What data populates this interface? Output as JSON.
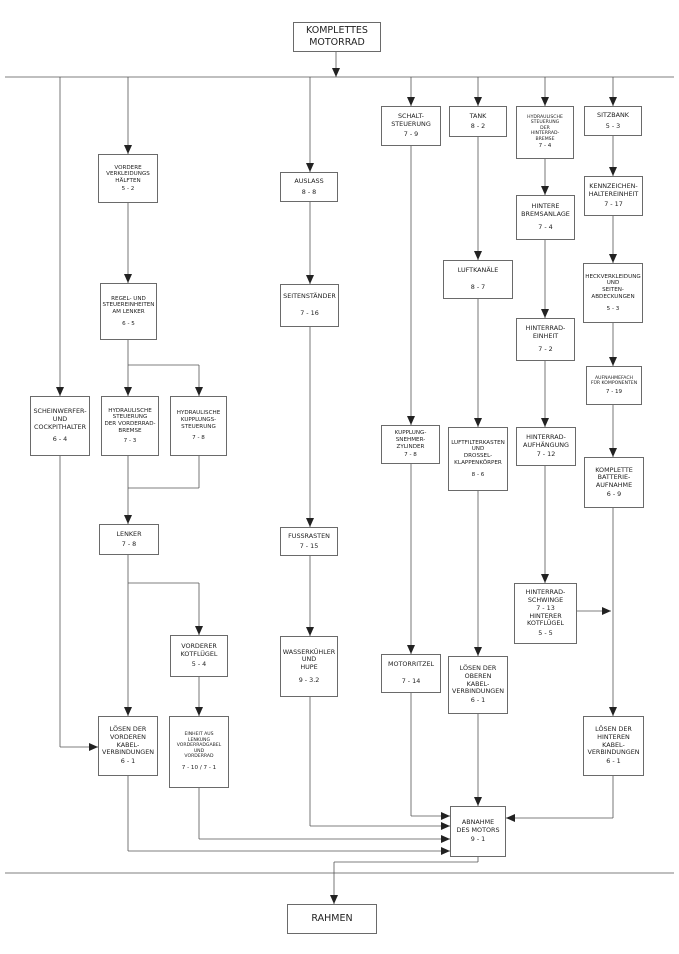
{
  "diagram": {
    "nodes": {
      "komplettes_motorrad": {
        "lines": [
          "KOMPLETTES",
          "MOTORRAD"
        ],
        "code": ""
      },
      "rahmen": {
        "lines": [
          "RAHMEN"
        ],
        "code": ""
      },
      "scheinwerfer": {
        "lines": [
          "SCHEINWERFER-",
          "UND",
          "COCKPITHALTER"
        ],
        "code": "6 - 4"
      },
      "vordere_verkleidung": {
        "lines": [
          "VORDERE",
          "VERKLEIDUNGS",
          "HÄLFTEN"
        ],
        "code": "5 - 2"
      },
      "regel_steuer": {
        "lines": [
          "REGEL- UND",
          "STEUEREINHEITEN",
          "AM LENKER"
        ],
        "code": "6 - 5"
      },
      "hydr_vorderradbremse": {
        "lines": [
          "HYDRAULISCHE",
          "STEUERUNG",
          "DER VORDERRAD-",
          "BREMSE"
        ],
        "code": "7 - 3"
      },
      "hydr_kupplung": {
        "lines": [
          "HYDRAULISCHE",
          "KUPPLUNGS-",
          "STEUERUNG"
        ],
        "code": "7 - 8"
      },
      "lenker": {
        "lines": [
          "LENKER"
        ],
        "code": "7 - 8"
      },
      "vorderer_kotfluegel": {
        "lines": [
          "VORDERER",
          "KOTFLÜGEL"
        ],
        "code": "5 - 4"
      },
      "loesen_vorderen": {
        "lines": [
          "LÖSEN DER",
          "VORDEREN",
          "KABEL-",
          "VERBINDUNGEN"
        ],
        "code": "6 - 1"
      },
      "einheit_lenkung": {
        "lines": [
          "EINHEIT AUS",
          "LENKUNG",
          "VORDERRADGABEL",
          "UND",
          "VORDERRAD"
        ],
        "code": "7 - 10 / 7 - 1"
      },
      "auslass": {
        "lines": [
          "AUSLASS"
        ],
        "code": "8 - 8"
      },
      "seitenstaender": {
        "lines": [
          "SEITENSTÄNDER"
        ],
        "code": "7 - 16"
      },
      "fussrasten": {
        "lines": [
          "FUSSRASTEN"
        ],
        "code": "7 - 15"
      },
      "wasserkuehler": {
        "lines": [
          "WASSERKÜHLER",
          "UND",
          "HUPE"
        ],
        "code": "9 - 3.2"
      },
      "schaltsteuerung": {
        "lines": [
          "SCHALT-",
          "STEUERUNG"
        ],
        "code": "7 - 9"
      },
      "kupplungsnehmer": {
        "lines": [
          "KUPPLUNG-",
          "SNEHMER-",
          "ZYLINDER"
        ],
        "code": "7 - 8"
      },
      "motorritzel": {
        "lines": [
          "MOTORRITZEL"
        ],
        "code": "7 - 14"
      },
      "tank": {
        "lines": [
          "TANK"
        ],
        "code": "8 - 2"
      },
      "luftkanaele": {
        "lines": [
          "LUFTKANÄLE"
        ],
        "code": "8 - 7"
      },
      "luftfilter": {
        "lines": [
          "LUFTFILTERKASTEN",
          "UND",
          "DROSSEL-",
          "KLAPPENKÖRPER"
        ],
        "code": "8 - 6"
      },
      "loesen_oberen": {
        "lines": [
          "LÖSEN DER",
          "OBEREN",
          "KABEL-",
          "VERBINDUNGEN"
        ],
        "code": "6 - 1"
      },
      "abnahme_motor": {
        "lines": [
          "ABNAHME",
          "DES MOTORS"
        ],
        "code": "9 - 1"
      },
      "hydr_hinterradbremse": {
        "lines": [
          "HYDRAULISCHE",
          "STEUERUNG",
          "DER",
          "HINTERRAD-",
          "BREMSE"
        ],
        "code": "7 - 4"
      },
      "hintere_bremsanlage": {
        "lines": [
          "HINTERE",
          "BREMSANLAGE"
        ],
        "code": "7 - 4"
      },
      "hinterradeinheit": {
        "lines": [
          "HINTERRAD-",
          "EINHEIT"
        ],
        "code": "7 - 2"
      },
      "hinterradaufhaengung": {
        "lines": [
          "HINTERRAD-",
          "AUFHÄNGUNG"
        ],
        "code": "7 - 12"
      },
      "hinterradschwinge": {
        "lines": [
          "HINTERRAD-",
          "SCHWINGE",
          "7 - 13",
          "HINTERER",
          "KOTFLÜGEL"
        ],
        "code": "5 - 5"
      },
      "sitzbank": {
        "lines": [
          "SITZBANK"
        ],
        "code": "5 - 3"
      },
      "kennzeichen": {
        "lines": [
          "KENNZEICHEN-",
          "HALTEREINHEIT"
        ],
        "code": "7 - 17"
      },
      "heckverkleidung": {
        "lines": [
          "HECKVERKLEIDUNG",
          "UND",
          "SEITEN-",
          "ABDECKUNGEN"
        ],
        "code": "5 - 3"
      },
      "aufnahmefach": {
        "lines": [
          "AUFNAHMEFACH",
          "FÜR KOMPONENTEN"
        ],
        "code": "7 - 19"
      },
      "batterie": {
        "lines": [
          "KOMPLETTE",
          "BATTERIE-",
          "AUFNAHME"
        ],
        "code": "6 - 9"
      },
      "loesen_hinteren": {
        "lines": [
          "LÖSEN DER",
          "HINTEREN",
          "KABEL-",
          "VERBINDUNGEN"
        ],
        "code": "6 - 1"
      }
    }
  }
}
